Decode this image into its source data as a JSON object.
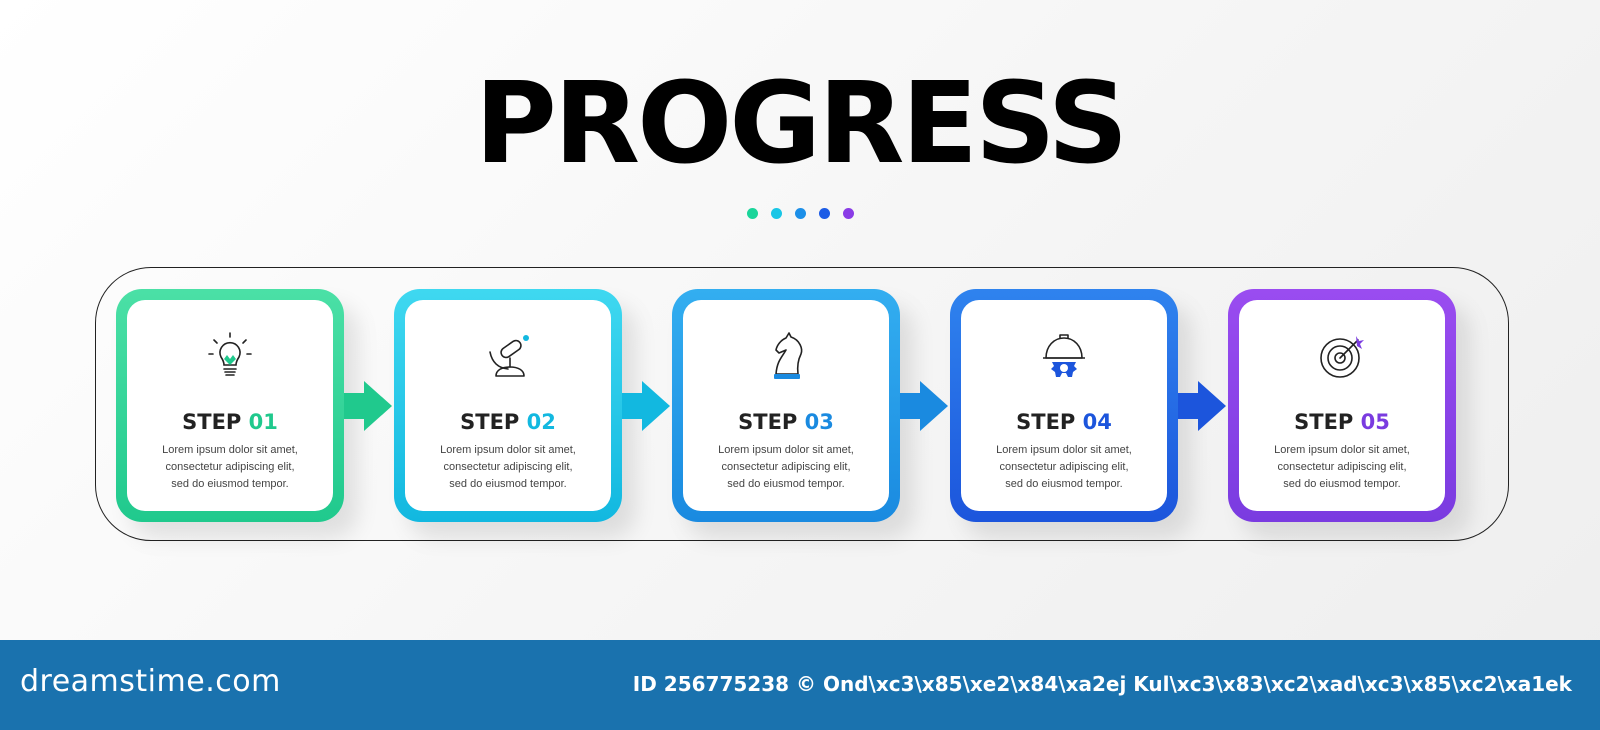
{
  "title": "PROGRESS",
  "dots": [
    "#1ad59a",
    "#19c6e6",
    "#1c8fe8",
    "#1c5ce6",
    "#8a3ce6"
  ],
  "steps": [
    {
      "word": "STEP",
      "number": "01",
      "color": "#20c98d",
      "color_light": "#4be0a6",
      "icon": "lightbulb-icon",
      "desc": "Lorem ipsum dolor sit amet,\nconsectetur adipiscing elit,\nsed do eiusmod tempor."
    },
    {
      "word": "STEP",
      "number": "02",
      "color": "#12b8e0",
      "color_light": "#3fd8f0",
      "icon": "microscope-icon",
      "desc": "Lorem ipsum dolor sit amet,\nconsectetur adipiscing elit,\nsed do eiusmod tempor."
    },
    {
      "word": "STEP",
      "number": "03",
      "color": "#1a8ae0",
      "color_light": "#33aef0",
      "icon": "chess-knight-icon",
      "desc": "Lorem ipsum dolor sit amet,\nconsectetur adipiscing elit,\nsed do eiusmod tempor."
    },
    {
      "word": "STEP",
      "number": "04",
      "color": "#1c55dc",
      "color_light": "#2f83ee",
      "icon": "engineer-helmet-icon",
      "desc": "Lorem ipsum dolor sit amet,\nconsectetur adipiscing elit,\nsed do eiusmod tempor."
    },
    {
      "word": "STEP",
      "number": "05",
      "color": "#7a3be0",
      "color_light": "#9a4cf0",
      "icon": "target-arrow-icon",
      "desc": "Lorem ipsum dolor sit amet,\nconsectetur adipiscing elit,\nsed do eiusmod tempor."
    }
  ],
  "footer": {
    "brand": "dreamstime.com",
    "credit": "ID 256775238 © Ond\\xc3\\x85\\xe2\\x84\\xa2ej Kul\\xc3\\x83\\xc2\\xad\\xc3\\x85\\xc2\\xa1ek"
  }
}
